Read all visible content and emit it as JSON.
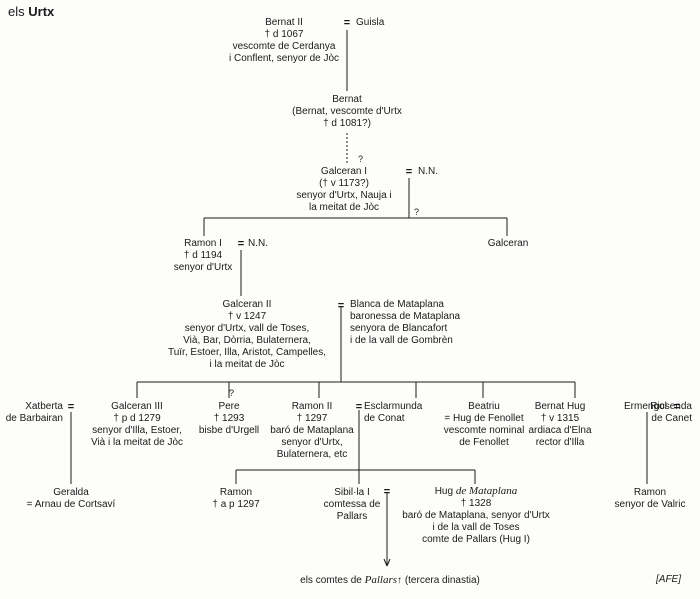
{
  "title": {
    "prefix": "els",
    "family": "Urtx"
  },
  "people": {
    "bernat2": "Bernat II\n† d 1067\nvescomte de Cerdanya\ni Conflent, senyor de Jòc",
    "guisla": "Guisla",
    "bernat": "Bernat\n(Bernat, vescomte d'Urtx\n† d 1081?)",
    "galceran1": "Galceran I\n(† v 1173?)\nsenyor d'Urtx, Nauja i\nla meitat de Jòc",
    "nn1": "N.N.",
    "ramon1": "Ramon I\n† d 1194\nsenyor d'Urtx",
    "nn2": "N.N.",
    "galceran_b": "Galceran",
    "galceran2": "Galceran II\n† v 1247\nsenyor d'Urtx, vall de Toses,\nVià, Bar, Dòrria, Bulaternera,\nTuïr, Estoer, Illa, Aristot, Campelles,\ni la meitat de Jòc",
    "blanca": "Blanca de Mataplana\nbaronessa de Mataplana\nsenyora de Blancafort\ni de la vall de Gombrèn",
    "xatberta": "Xatberta\nde Barbairan",
    "galceran3": "Galceran III\n† p d 1279\nsenyor d'Illa, Estoer,\nVià i la meitat de Jòc",
    "pere": "Pere\n† 1293\nbisbe d'Urgell",
    "ramon2": "Ramon II\n† 1297\nbaró de Mataplana\nsenyor d'Urtx,\nBulaternera, etc",
    "esclarmunda": "Esclarmunda\nde Conat",
    "beatriu": "Beatriu\n= Hug de Fenollet\nvescomte nominal\nde Fenollet",
    "bernat_hug": "Bernat Hug\n† v 1315\nardiaca d'Elna\nrector d'Illa",
    "ermengol": "Ermengol",
    "ricsenda": "Ricsenda\nde Canet",
    "geralda": "Geralda\n= Arnau de Cortsaví",
    "ramon_ap": "Ramon\n† a p 1297",
    "sibilla": "Sibil·la I\ncomtessa de\nPallars",
    "hug_first": "Hug",
    "hug_italic": "de Mataplana",
    "hug_rest": "† 1328\nbaró de Mataplana, senyor d'Urtx\ni de la vall de Toses\ncomte de Pallars (Hug I)",
    "ramon_valric": "Ramon\nsenyor de Valric"
  },
  "footer": {
    "comtes_pre": "els comtes de ",
    "comtes_italic": "Pallars",
    "comtes_dagger": "↑",
    "comtes_post": " (tercera dinastia)",
    "source": "[AFE]"
  },
  "marks": {
    "marriage": "=",
    "uncertain": "?"
  }
}
